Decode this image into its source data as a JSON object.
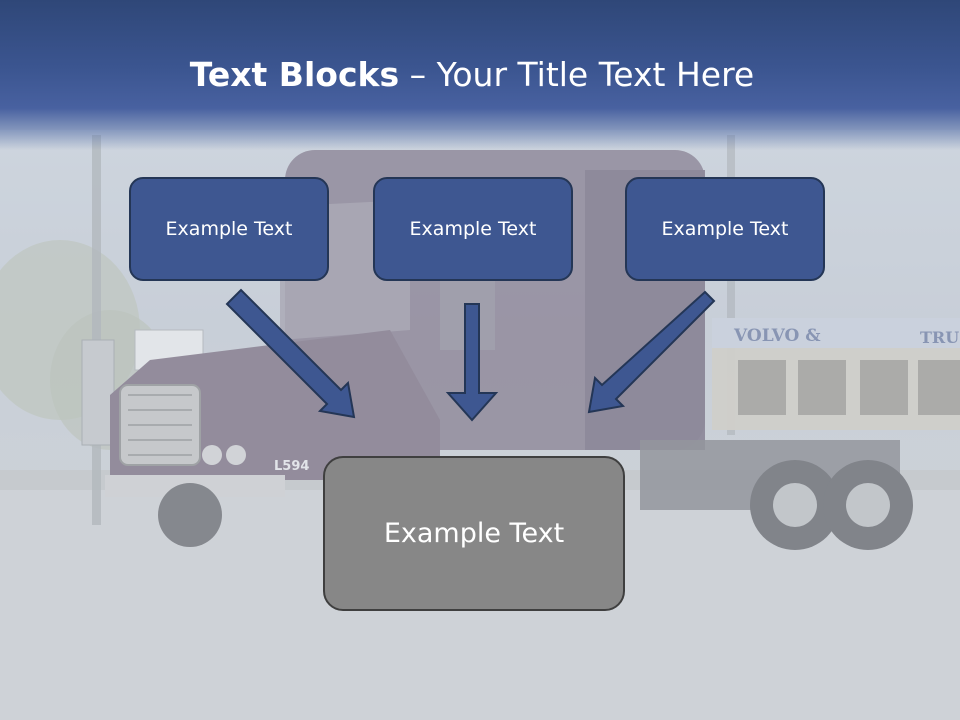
{
  "title": {
    "bold": "Text Blocks",
    "separator": " – ",
    "rest": "Your Title Text Here"
  },
  "boxes": {
    "left": "Example Text",
    "center": "Example Text",
    "right": "Example Text",
    "bottom": "Example Text"
  },
  "background": {
    "sign_text": "VOLVO &",
    "sign_text_2": "TRU",
    "truck_number": "L594"
  },
  "colors": {
    "header": "#3b5590",
    "box_fill": "#3e5791",
    "box_border": "#243656",
    "bottom_box_fill": "#878787",
    "arrow": "#3e5791"
  }
}
